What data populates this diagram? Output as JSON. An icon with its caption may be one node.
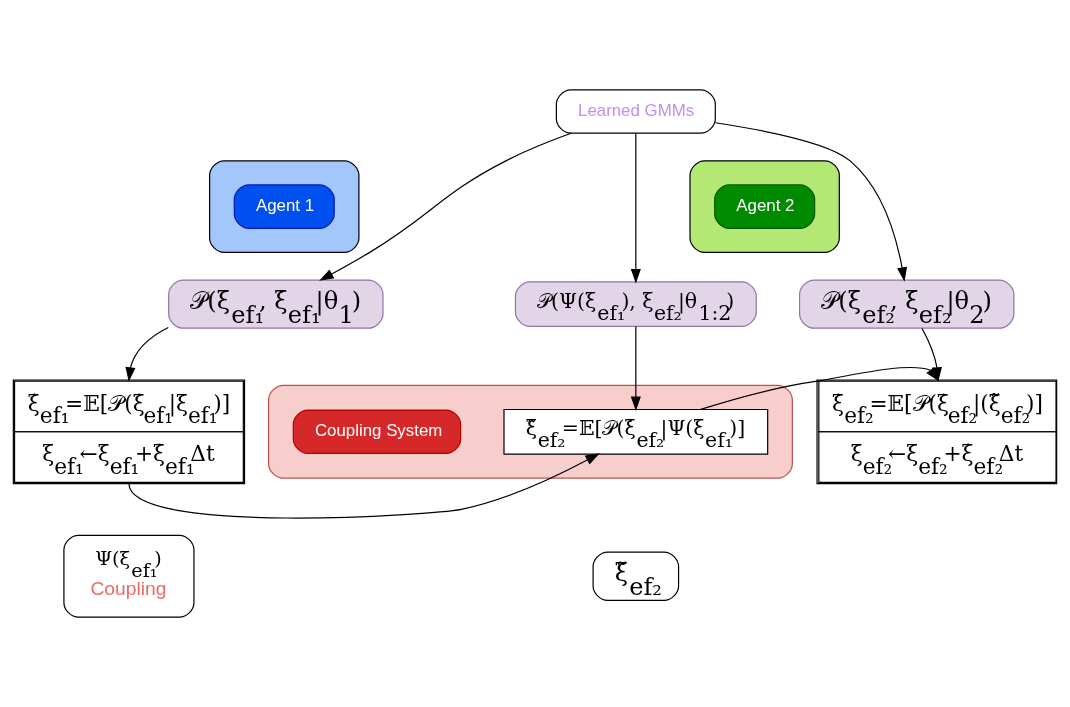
{
  "diagram": {
    "nodes": [
      {
        "text": [
          "Learned GMMs"
        ]
      },
      {
        "text": [],
        "shape": "ellipse"
      },
      {
        "text": [
          "Agent 1"
        ],
        "in": 1
      },
      {
        "text": [
          "𝒫(ξ$_{ef₁}$, ξ̇$_{ef₁}$|θ$_{1}$)"
        ]
      },
      {
        "text": [
          "ξ̇$_{ef₁}$=𝔼[𝒫(ξ̇$_{ef₁}$|ξ$_{ef₁}$)]",
          "ξ$_{ef₁}$←ξ$_{ef₁}$+ξ̇$_{ef₁}$Δt"
        ]
      },
      {
        "text": [],
        "shape": "ellipse"
      },
      {
        "text": [
          "𝒫(Ψ(ξ$_{ef₁}$), ξ$_{ef₂}$|θ$_{1:2}$)"
        ]
      },
      {
        "text": [
          "Coupling System"
        ],
        "in": 5
      },
      {
        "text": [
          "ξ̃$_{ef₂}$=𝔼[𝒫(ξ̇$_{ef₂}$|Ψ(ξ$_{ef₁}$)]"
        ],
        "in": 5
      },
      {
        "text": [
          "Ψ(ξ$_{ef₁}$)",
          "Coupling"
        ]
      },
      {
        "text": [],
        "shape": "ellipse"
      },
      {
        "text": [
          "Agent 2"
        ],
        "in": 10
      },
      {
        "text": [
          "𝒫(ξ$_{ef₂}$, ξ̇$_{ef₂}$|θ$_{2}$)"
        ]
      },
      {
        "text": [
          "ξ̇$_{ef₂}$=𝔼[𝒫(ξ̇$_{ef₂}$|(ξ̃$_{ef₂}$)]",
          "ξ$_{ef₂}$←ξ$_{ef₂}$+ξ̇$_{ef₂}$Δt"
        ]
      },
      {
        "text": [
          "ξ̃$_{ef₂}$"
        ]
      }
    ],
    "edges": [
      {
        "from": 0,
        "to": 3,
        "arrow": "to"
      },
      {
        "from": 0,
        "to": 6,
        "arrow": "to"
      },
      {
        "from": 0,
        "to": 12,
        "arrow": "to"
      },
      {
        "from": 3,
        "to": 4,
        "arrow": "to"
      },
      {
        "from": 6,
        "to": 8,
        "arrow": "to"
      },
      {
        "from": 12,
        "to": 13,
        "arrow": "to"
      },
      {
        "from": 4,
        "to": 8,
        "arrow": "to"
      },
      {
        "from": 8,
        "to": 13,
        "arrow": "to"
      }
    ]
  }
}
